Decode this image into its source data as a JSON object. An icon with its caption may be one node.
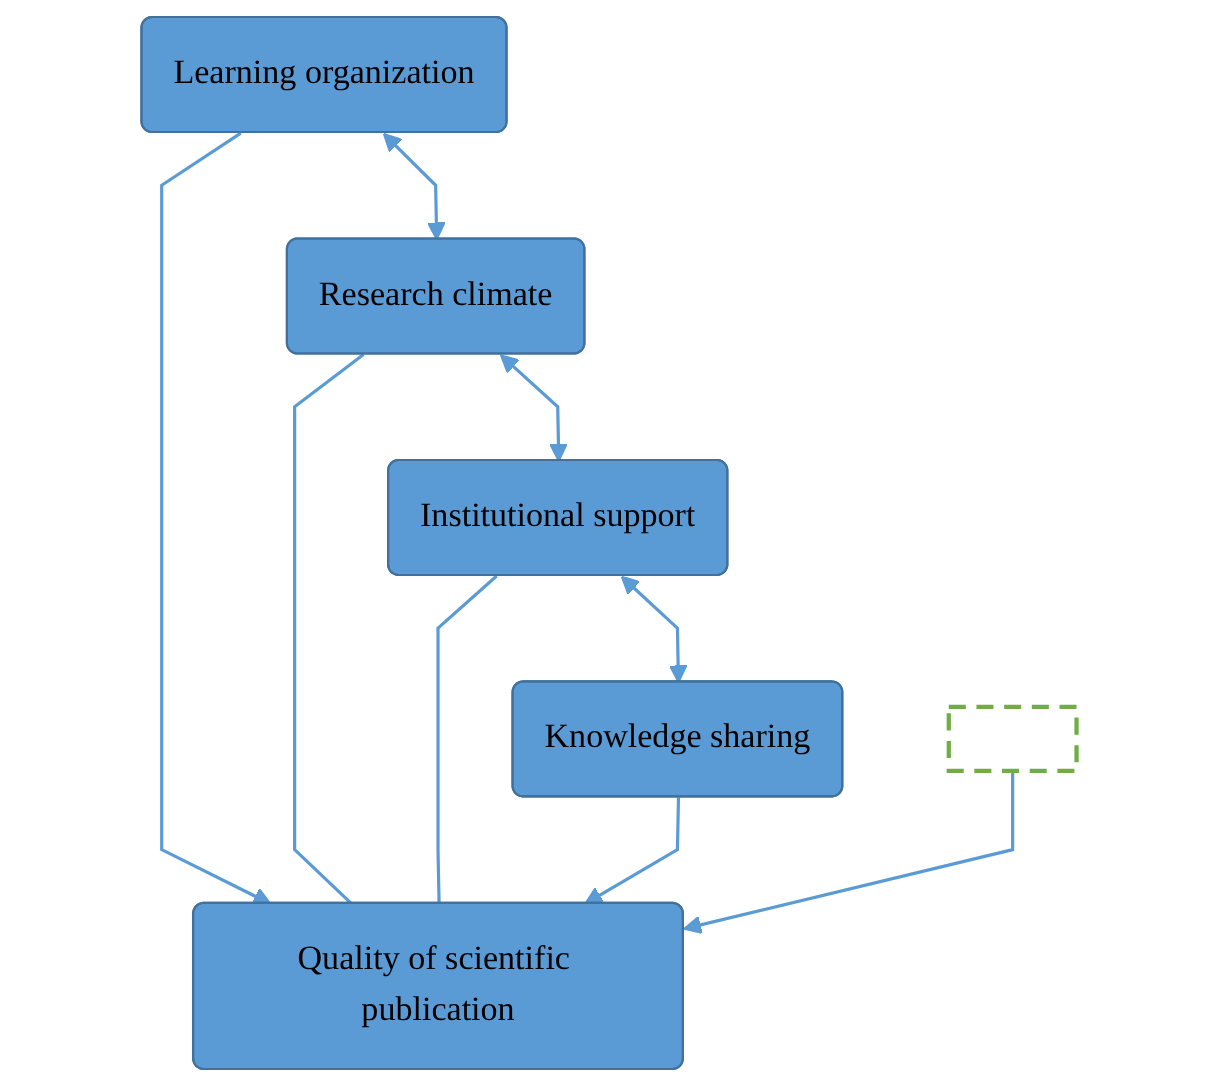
{
  "diagram": {
    "nodes": [
      {
        "text": [],
        "shape": "box"
      },
      {
        "text": [
          "Learning organization"
        ]
      },
      {
        "text": [
          "Research climate"
        ]
      },
      {
        "text": [
          "Institutional support"
        ]
      },
      {
        "text": [
          "Knowledge sharing"
        ]
      },
      {
        "text": [
          "Quality of scientific publication"
        ]
      }
    ],
    "edges": [
      {
        "from": 1,
        "to": 2,
        "arrow": "both"
      },
      {
        "from": 2,
        "to": 3,
        "arrow": "both"
      },
      {
        "from": 3,
        "to": 4,
        "arrow": "both"
      },
      {
        "from": 1,
        "to": 5,
        "arrow": "to"
      },
      {
        "from": 2,
        "to": 5,
        "arrow": "none"
      },
      {
        "from": 3,
        "to": 5,
        "arrow": "none"
      },
      {
        "from": 4,
        "to": 5,
        "arrow": "to"
      },
      {
        "from": 0,
        "to": 5,
        "arrow": "to"
      }
    ]
  }
}
